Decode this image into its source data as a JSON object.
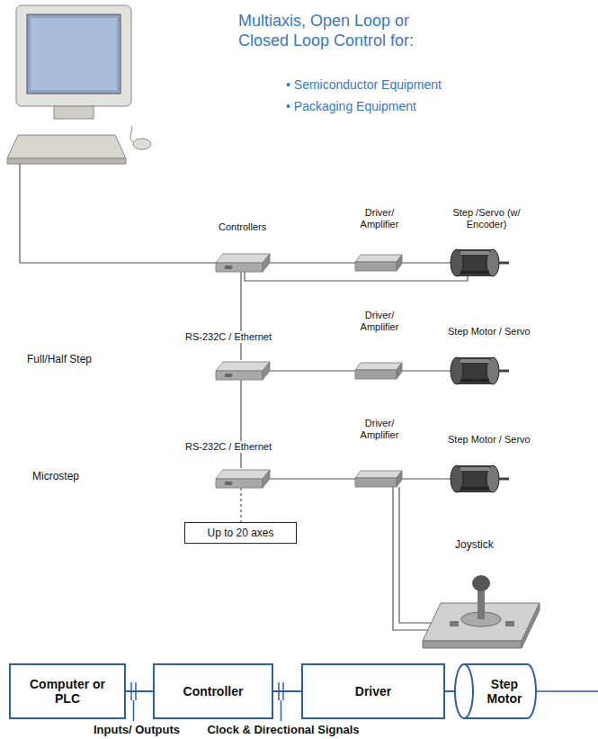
{
  "diagram": {
    "title": "Multiaxis, Open Loop or Closed Loop Control for:",
    "nodes": [
      {
        "text": [
          "Up to 20 axes"
        ]
      },
      {
        "text": [
          "Computer or PLC"
        ]
      },
      {
        "text": [
          "Controller"
        ]
      },
      {
        "text": [
          "Driver"
        ]
      },
      {
        "text": [
          "Step Motor"
        ]
      }
    ],
    "edges": [
      {
        "from": 1,
        "to": 2,
        "arrow": "none"
      },
      {
        "from": 2,
        "to": 3,
        "arrow": "none"
      },
      {
        "from": 3,
        "to": 4,
        "arrow": "none"
      }
    ],
    "labels": [
      "• Semiconductor Equipment",
      "• Packaging Equipment",
      "Controllers",
      "Driver/ Amplifier",
      "Step /Servo (w/ Encoder)",
      "RS-232C / Ethernet",
      "Full/Half Step",
      "Driver/ Amplifier",
      "Step Motor / Servo",
      "RS-232C / Ethernet",
      "Microstep",
      "Driver/ Amplifier",
      "Step Motor / Servo",
      "Joystick",
      "Inputs/ Outputs",
      "Clock & Directional Signals"
    ]
  }
}
